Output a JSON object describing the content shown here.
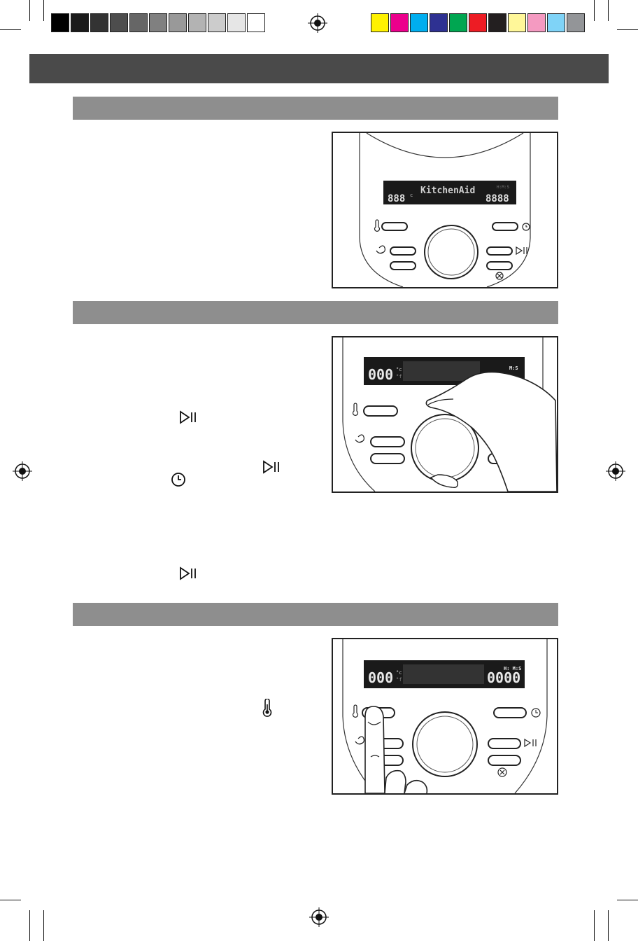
{
  "colors": {
    "title_bar": "#4a4a4a",
    "section_bar": "#8e8e8e",
    "gray_ramp": [
      "#000000",
      "#1a1a1a",
      "#333333",
      "#4d4d4d",
      "#666666",
      "#808080",
      "#999999",
      "#b3b3b3",
      "#cccccc",
      "#e6e6e6",
      "#ffffff"
    ],
    "process_colors": [
      "#fff200",
      "#ec008c",
      "#00aeef",
      "#2e3192",
      "#00a651",
      "#ed1c24",
      "#231f20",
      "#fff799",
      "#f49ac1",
      "#7fd3f7",
      "#939598"
    ]
  },
  "panel1": {
    "logo": "KitchenAid",
    "left_readout": "888",
    "right_readout": "8888",
    "unit": "c",
    "time_units": "H:M:S"
  },
  "panel2": {
    "left_readout": "000",
    "unit_c": "°c",
    "unit_f": "°f",
    "time_units": "M:S"
  },
  "panel3": {
    "left_readout": "000",
    "right_readout": "0000",
    "unit_c": "°c",
    "unit_f": "°f",
    "time_units": "H: M:S"
  },
  "icons": [
    "play-pause-icon",
    "clock-icon",
    "thermometer-icon",
    "stir-icon",
    "cancel-icon",
    "registration-mark-icon"
  ]
}
